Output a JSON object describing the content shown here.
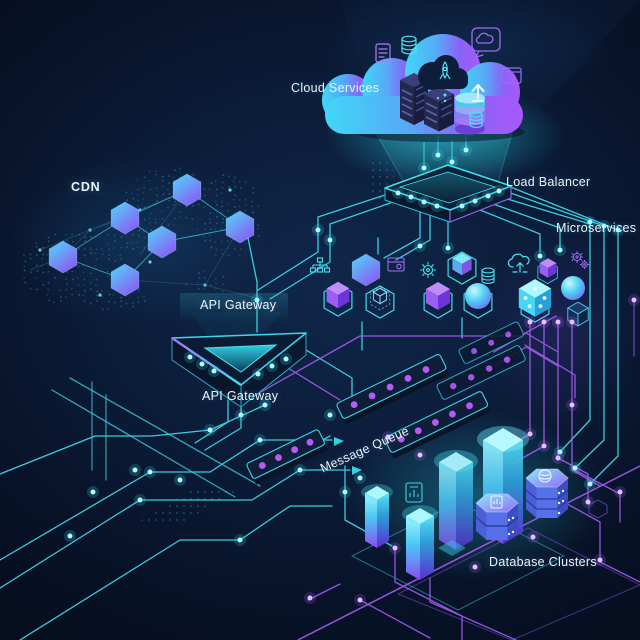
{
  "diagram": {
    "title": "Cloud Architecture Isometric Diagram",
    "labels": {
      "cloud_services": "Cloud Services",
      "load_balancer": "Load Balancer",
      "microservices": "Microservices",
      "cdn": "CDN",
      "api_gateway_top": "API Gateway",
      "api_gateway_bottom": "API Gateway",
      "message_queue": "Message Queue",
      "database_clusters": "Database Clusters"
    },
    "components": [
      {
        "name": "CDN",
        "visual": "dotted world map with connected hexagonal edge nodes"
      },
      {
        "name": "Cloud Services",
        "visual": "gradient cloud containing server racks, database cylinder, rocket and upload arrow"
      },
      {
        "name": "Load Balancer",
        "visual": "isometric chip platform receiving a light beam from the cloud"
      },
      {
        "name": "API Gateway",
        "visual": "isometric triangular gateway chip with glowing ports"
      },
      {
        "name": "Microservices",
        "visual": "hexagon pedestals holding cubes and spheres"
      },
      {
        "name": "Message Queue",
        "visual": "isometric queue slabs with glowing message dots"
      },
      {
        "name": "Database Clusters",
        "visual": "glowing glass towers and stacked hexagonal database prisms"
      }
    ],
    "icons": [
      "document-icon",
      "database-cylinder-icon",
      "chat-cloud-icon",
      "browser-gear-icon",
      "rocket-icon",
      "upload-arrow-icon",
      "gear-icon",
      "sitemap-icon",
      "browser-icon",
      "cloud-upload-icon",
      "double-gears-icon",
      "doc-chart-icon",
      "coin-database-icon"
    ],
    "colors": {
      "background": "#0a1830",
      "line_cyan": "#3fe0f2",
      "line_purple": "#a55cf5",
      "node_glow_cyan": "#b8f7ff",
      "node_glow_purple": "#e3c2ff",
      "hex_gradient_start": "#4fd9f8",
      "hex_gradient_end": "#8a5cf6",
      "cloud_cyan": "#41d7f7",
      "cloud_purple": "#a958f8",
      "tower_glow": "#8ff4ff",
      "label_text": "#ecf3fa"
    }
  }
}
